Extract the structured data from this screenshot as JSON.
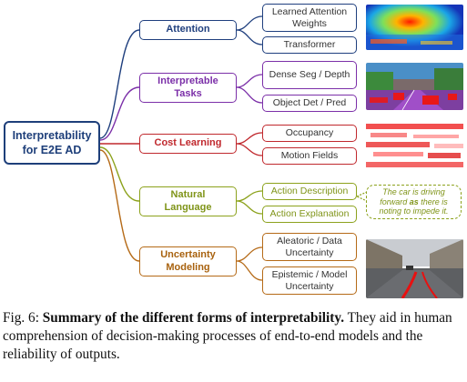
{
  "root": {
    "label_line1": "Interpretability",
    "label_line2": "for E2E AD"
  },
  "categories": [
    {
      "key": "attention",
      "label": "Attention",
      "color": "#1f3f7e",
      "leaves": [
        "Learned Attention Weights",
        "Transformer"
      ]
    },
    {
      "key": "tasks",
      "label_line1": "Interpretable",
      "label_line2": "Tasks",
      "color": "#7b2fa8",
      "leaves": [
        "Dense Seg / Depth",
        "Object Det / Pred"
      ]
    },
    {
      "key": "cost",
      "label": "Cost Learning",
      "color": "#c0282d",
      "leaves": [
        "Occupancy",
        "Motion Fields"
      ]
    },
    {
      "key": "language",
      "label_line1": "Natural",
      "label_line2": "Language",
      "color": "#8ca21c",
      "leaves": [
        "Action Description",
        "Action Explanation"
      ]
    },
    {
      "key": "uncertainty",
      "label_line1": "Uncertainty",
      "label_line2": "Modeling",
      "color": "#b56a17",
      "leaves": [
        "Aleatoric / Data Uncertainty",
        "Epistemic / Model Uncertainty"
      ]
    }
  ],
  "callout": {
    "text_a": "The car is driving forward",
    "text_bold": "as",
    "text_b": "there is noting to impede it."
  },
  "caption": {
    "prefix": "Fig. 6: ",
    "bold": "Summary of the different forms of interpretability.",
    "rest": " They aid in human comprehension of decision-making processes of end-to-end models and the reliability of outputs."
  }
}
